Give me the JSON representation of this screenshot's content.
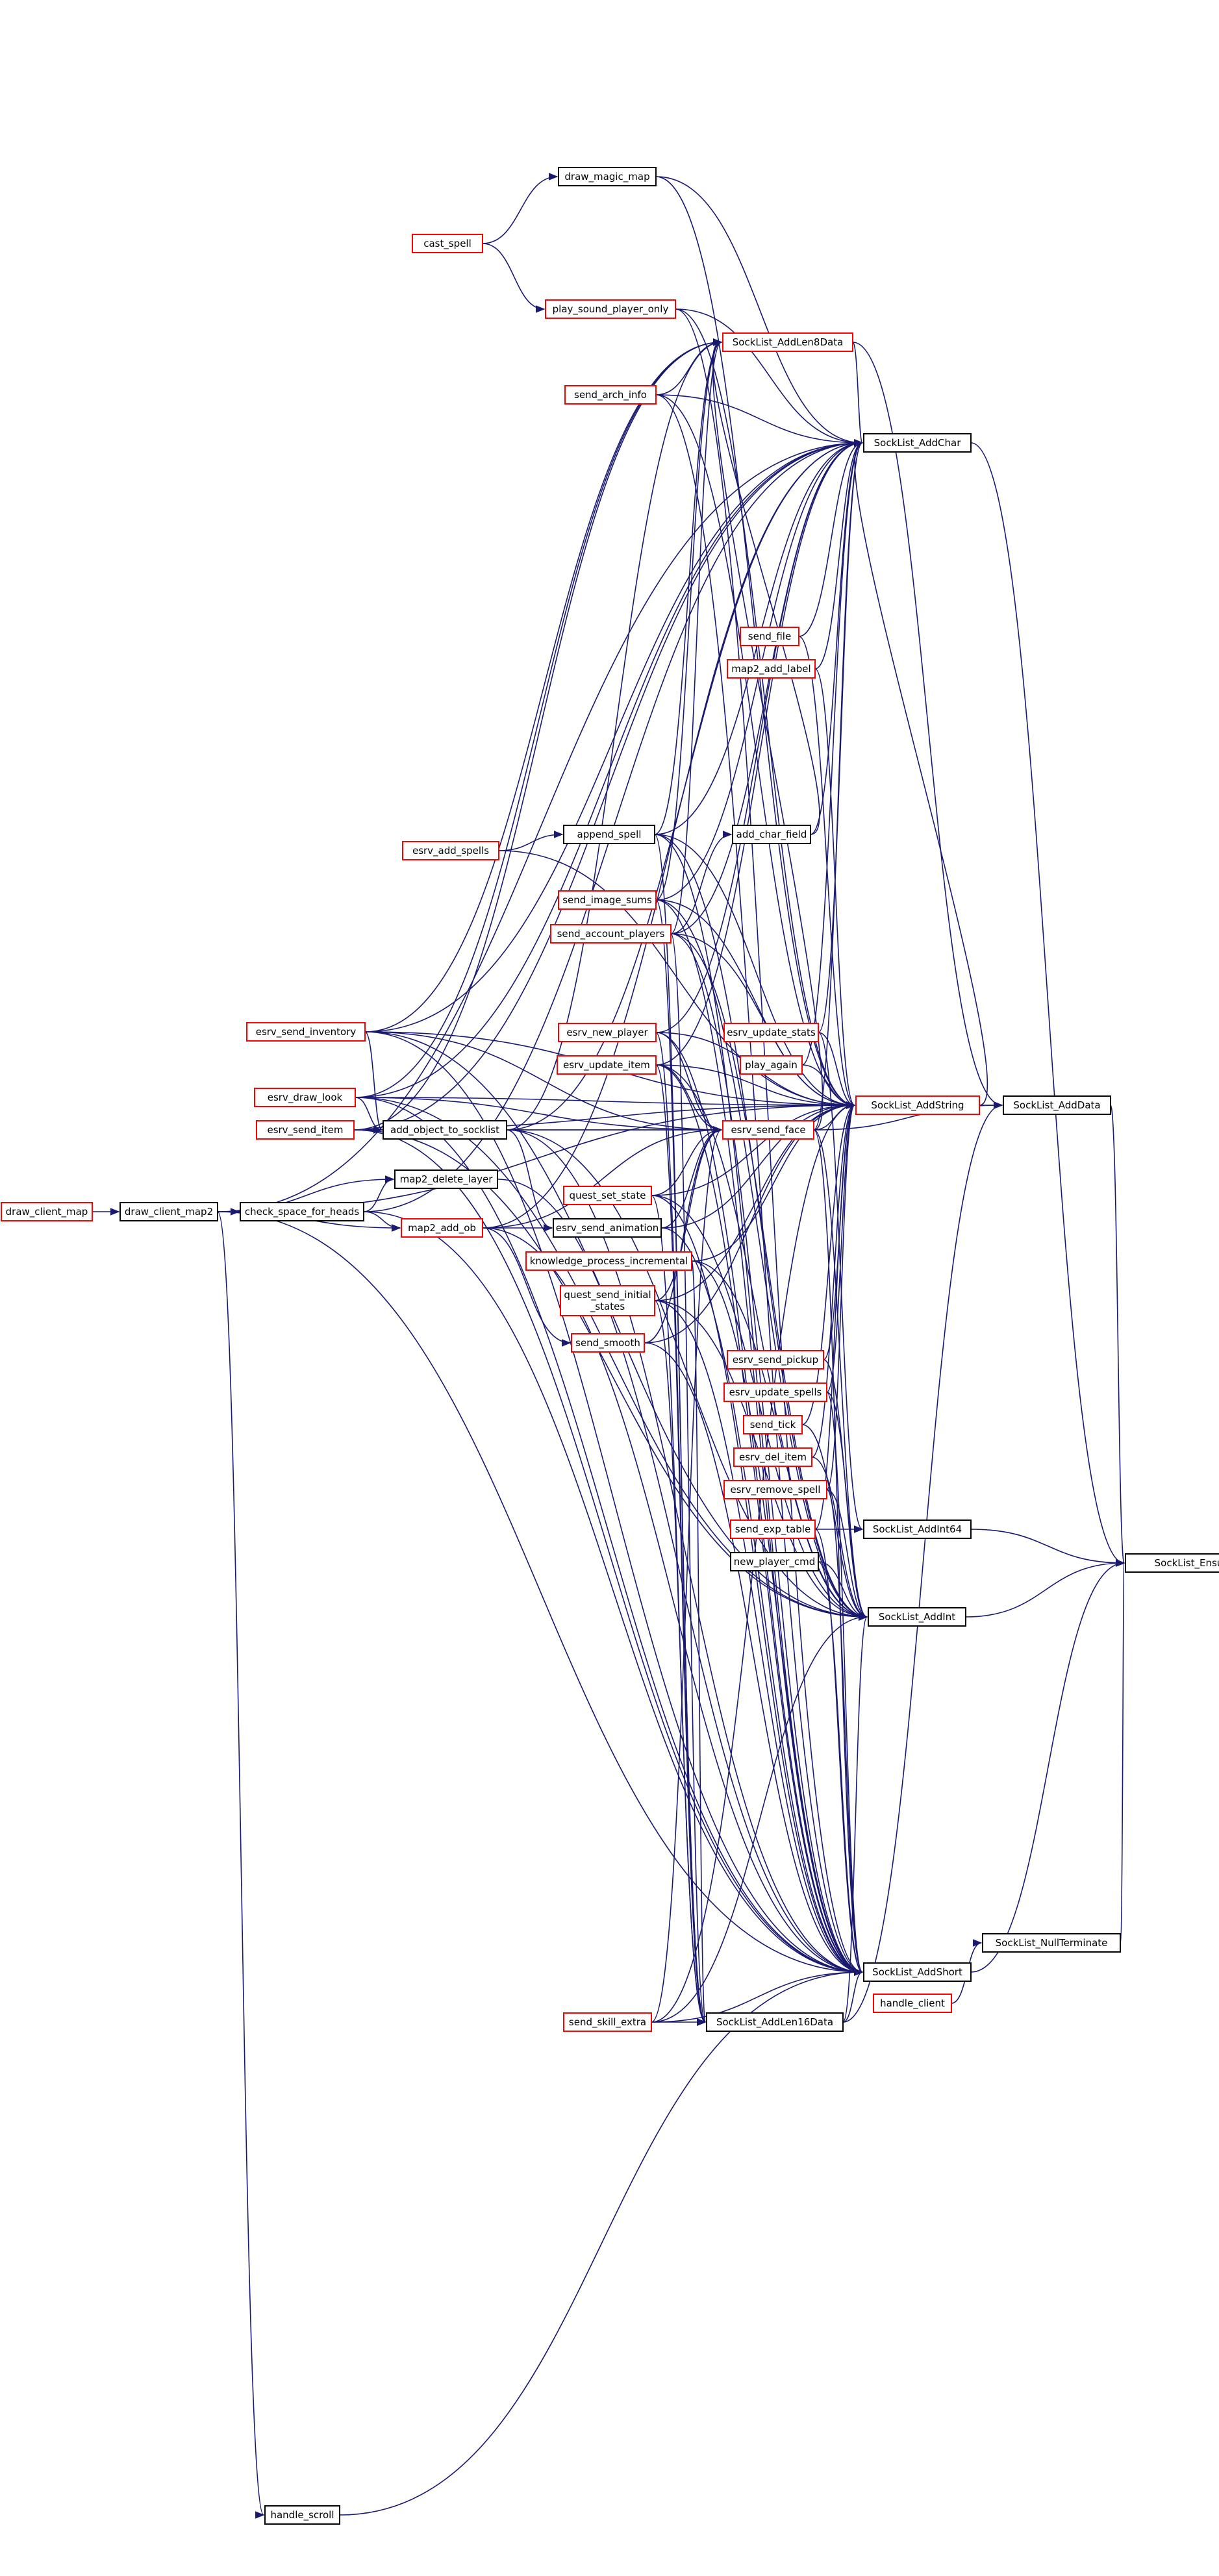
{
  "colors": {
    "edge": "#191970",
    "box_black": "#000000",
    "box_red": "#ff0000",
    "target_fill": "#bfbfbf"
  },
  "nodes": [
    {
      "id": "SockList_Ensure",
      "label": "SockList_Ensure",
      "style": "target"
    },
    {
      "id": "SockList_AddData",
      "label": "SockList_AddData",
      "style": "black"
    },
    {
      "id": "SockList_AddChar",
      "label": "SockList_AddChar",
      "style": "black"
    },
    {
      "id": "SockList_AddString",
      "label": "SockList_AddString",
      "style": "red"
    },
    {
      "id": "SockList_AddLen8Data",
      "label": "SockList_AddLen8Data",
      "style": "red"
    },
    {
      "id": "SockList_AddInt64",
      "label": "SockList_AddInt64",
      "style": "black"
    },
    {
      "id": "SockList_AddInt",
      "label": "SockList_AddInt",
      "style": "black"
    },
    {
      "id": "SockList_AddShort",
      "label": "SockList_AddShort",
      "style": "black"
    },
    {
      "id": "SockList_AddLen16Data",
      "label": "SockList_AddLen16Data",
      "style": "black"
    },
    {
      "id": "SockList_NullTerminate",
      "label": "SockList_NullTerminate",
      "style": "black"
    },
    {
      "id": "handle_client",
      "label": "handle_client",
      "style": "red"
    },
    {
      "id": "draw_magic_map",
      "label": "draw_magic_map",
      "style": "black"
    },
    {
      "id": "cast_spell",
      "label": "cast_spell",
      "style": "red"
    },
    {
      "id": "play_sound_player_only",
      "label": "play_sound_player_only",
      "style": "red"
    },
    {
      "id": "send_arch_info",
      "label": "send_arch_info",
      "style": "red"
    },
    {
      "id": "send_file",
      "label": "send_file",
      "style": "red"
    },
    {
      "id": "map2_add_label",
      "label": "map2_add_label",
      "style": "red"
    },
    {
      "id": "append_spell",
      "label": "append_spell",
      "style": "black"
    },
    {
      "id": "add_char_field",
      "label": "add_char_field",
      "style": "black"
    },
    {
      "id": "esrv_add_spells",
      "label": "esrv_add_spells",
      "style": "red"
    },
    {
      "id": "send_image_sums",
      "label": "send_image_sums",
      "style": "red"
    },
    {
      "id": "send_account_players",
      "label": "send_account_players",
      "style": "red"
    },
    {
      "id": "esrv_send_inventory",
      "label": "esrv_send_inventory",
      "style": "red"
    },
    {
      "id": "esrv_new_player",
      "label": "esrv_new_player",
      "style": "red"
    },
    {
      "id": "esrv_update_stats",
      "label": "esrv_update_stats",
      "style": "red"
    },
    {
      "id": "esrv_update_item",
      "label": "esrv_update_item",
      "style": "red"
    },
    {
      "id": "play_again",
      "label": "play_again",
      "style": "red"
    },
    {
      "id": "esrv_draw_look",
      "label": "esrv_draw_look",
      "style": "red"
    },
    {
      "id": "add_object_to_socklist",
      "label": "add_object_to_socklist",
      "style": "black"
    },
    {
      "id": "esrv_send_face",
      "label": "esrv_send_face",
      "style": "red"
    },
    {
      "id": "esrv_send_item",
      "label": "esrv_send_item",
      "style": "red"
    },
    {
      "id": "map2_delete_layer",
      "label": "map2_delete_layer",
      "style": "black"
    },
    {
      "id": "draw_client_map",
      "label": "draw_client_map",
      "style": "red"
    },
    {
      "id": "draw_client_map2",
      "label": "draw_client_map2",
      "style": "black"
    },
    {
      "id": "check_space_for_heads",
      "label": "check_space_for_heads",
      "style": "black"
    },
    {
      "id": "quest_set_state",
      "label": "quest_set_state",
      "style": "red"
    },
    {
      "id": "map2_add_ob",
      "label": "map2_add_ob",
      "style": "red"
    },
    {
      "id": "esrv_send_animation",
      "label": "esrv_send_animation",
      "style": "black"
    },
    {
      "id": "knowledge_process_incremental",
      "label": "knowledge_process_incremental",
      "style": "red"
    },
    {
      "id": "quest_send_initial_states",
      "label": "quest_send_initial\n_states",
      "style": "red"
    },
    {
      "id": "send_smooth",
      "label": "send_smooth",
      "style": "red"
    },
    {
      "id": "esrv_send_pickup",
      "label": "esrv_send_pickup",
      "style": "red"
    },
    {
      "id": "esrv_update_spells",
      "label": "esrv_update_spells",
      "style": "red"
    },
    {
      "id": "send_tick",
      "label": "send_tick",
      "style": "red"
    },
    {
      "id": "esrv_del_item",
      "label": "esrv_del_item",
      "style": "red"
    },
    {
      "id": "esrv_remove_spell",
      "label": "esrv_remove_spell",
      "style": "red"
    },
    {
      "id": "send_exp_table",
      "label": "send_exp_table",
      "style": "red"
    },
    {
      "id": "new_player_cmd",
      "label": "new_player_cmd",
      "style": "black"
    },
    {
      "id": "send_skill_extra",
      "label": "send_skill_extra",
      "style": "red"
    },
    {
      "id": "handle_scroll",
      "label": "handle_scroll",
      "style": "black"
    }
  ],
  "edges": [
    [
      "SockList_AddData",
      "SockList_Ensure"
    ],
    [
      "SockList_AddChar",
      "SockList_Ensure"
    ],
    [
      "SockList_AddInt64",
      "SockList_Ensure"
    ],
    [
      "SockList_AddInt",
      "SockList_Ensure"
    ],
    [
      "SockList_AddShort",
      "SockList_Ensure"
    ],
    [
      "SockList_NullTerminate",
      "SockList_Ensure"
    ],
    [
      "handle_client",
      "SockList_NullTerminate"
    ],
    [
      "SockList_AddString",
      "SockList_AddData"
    ],
    [
      "SockList_AddLen8Data",
      "SockList_AddData"
    ],
    [
      "SockList_AddLen16Data",
      "SockList_AddData"
    ],
    [
      "esrv_send_face",
      "SockList_AddData"
    ],
    [
      "SockList_AddLen8Data",
      "SockList_AddChar"
    ],
    [
      "SockList_AddString",
      "SockList_AddChar"
    ],
    [
      "draw_magic_map",
      "SockList_AddChar"
    ],
    [
      "play_sound_player_only",
      "SockList_AddChar"
    ],
    [
      "send_arch_info",
      "SockList_AddChar"
    ],
    [
      "send_file",
      "SockList_AddChar"
    ],
    [
      "map2_add_label",
      "SockList_AddChar"
    ],
    [
      "append_spell",
      "SockList_AddChar"
    ],
    [
      "add_char_field",
      "SockList_AddChar"
    ],
    [
      "send_image_sums",
      "SockList_AddChar"
    ],
    [
      "send_account_players",
      "SockList_AddChar"
    ],
    [
      "esrv_send_inventory",
      "SockList_AddChar"
    ],
    [
      "esrv_new_player",
      "SockList_AddChar"
    ],
    [
      "esrv_update_stats",
      "SockList_AddChar"
    ],
    [
      "esrv_update_item",
      "SockList_AddChar"
    ],
    [
      "play_again",
      "SockList_AddChar"
    ],
    [
      "esrv_draw_look",
      "SockList_AddChar"
    ],
    [
      "add_object_to_socklist",
      "SockList_AddChar"
    ],
    [
      "esrv_send_face",
      "SockList_AddChar"
    ],
    [
      "esrv_send_item",
      "SockList_AddChar"
    ],
    [
      "check_space_for_heads",
      "SockList_AddChar"
    ],
    [
      "draw_client_map2",
      "SockList_AddChar"
    ],
    [
      "map2_add_ob",
      "SockList_AddChar"
    ],
    [
      "send_arch_info",
      "SockList_AddLen8Data"
    ],
    [
      "append_spell",
      "SockList_AddLen8Data"
    ],
    [
      "send_image_sums",
      "SockList_AddLen8Data"
    ],
    [
      "send_account_players",
      "SockList_AddLen8Data"
    ],
    [
      "esrv_send_inventory",
      "SockList_AddLen8Data"
    ],
    [
      "esrv_draw_look",
      "SockList_AddLen8Data"
    ],
    [
      "add_object_to_socklist",
      "SockList_AddLen8Data"
    ],
    [
      "esrv_send_face",
      "SockList_AddLen8Data"
    ],
    [
      "esrv_send_item",
      "SockList_AddLen8Data"
    ],
    [
      "add_char_field",
      "SockList_AddLen8Data"
    ],
    [
      "play_sound_player_only",
      "SockList_AddString"
    ],
    [
      "send_arch_info",
      "SockList_AddString"
    ],
    [
      "send_file",
      "SockList_AddString"
    ],
    [
      "map2_add_label",
      "SockList_AddString"
    ],
    [
      "append_spell",
      "SockList_AddString"
    ],
    [
      "esrv_add_spells",
      "SockList_AddString"
    ],
    [
      "send_image_sums",
      "SockList_AddString"
    ],
    [
      "send_account_players",
      "SockList_AddString"
    ],
    [
      "esrv_send_inventory",
      "SockList_AddString"
    ],
    [
      "esrv_new_player",
      "SockList_AddString"
    ],
    [
      "esrv_update_stats",
      "SockList_AddString"
    ],
    [
      "esrv_update_item",
      "SockList_AddString"
    ],
    [
      "play_again",
      "SockList_AddString"
    ],
    [
      "esrv_draw_look",
      "SockList_AddString"
    ],
    [
      "esrv_send_face",
      "SockList_AddString"
    ],
    [
      "esrv_send_item",
      "SockList_AddString"
    ],
    [
      "quest_set_state",
      "SockList_AddString"
    ],
    [
      "esrv_send_animation",
      "SockList_AddString"
    ],
    [
      "knowledge_process_incremental",
      "SockList_AddString"
    ],
    [
      "quest_send_initial_states",
      "SockList_AddString"
    ],
    [
      "send_smooth",
      "SockList_AddString"
    ],
    [
      "esrv_send_pickup",
      "SockList_AddString"
    ],
    [
      "esrv_update_spells",
      "SockList_AddString"
    ],
    [
      "send_tick",
      "SockList_AddString"
    ],
    [
      "esrv_del_item",
      "SockList_AddString"
    ],
    [
      "esrv_remove_spell",
      "SockList_AddString"
    ],
    [
      "send_exp_table",
      "SockList_AddString"
    ],
    [
      "draw_client_map2",
      "SockList_AddString"
    ],
    [
      "send_skill_extra",
      "SockList_AddString"
    ],
    [
      "draw_magic_map",
      "SockList_AddString"
    ],
    [
      "esrv_update_stats",
      "SockList_AddInt64"
    ],
    [
      "send_exp_table",
      "SockList_AddInt64"
    ],
    [
      "append_spell",
      "SockList_AddInt"
    ],
    [
      "send_image_sums",
      "SockList_AddInt"
    ],
    [
      "send_account_players",
      "SockList_AddInt"
    ],
    [
      "esrv_send_inventory",
      "SockList_AddInt"
    ],
    [
      "esrv_update_item",
      "SockList_AddInt"
    ],
    [
      "esrv_draw_look",
      "SockList_AddInt"
    ],
    [
      "add_object_to_socklist",
      "SockList_AddInt"
    ],
    [
      "esrv_send_face",
      "SockList_AddInt"
    ],
    [
      "esrv_send_item",
      "SockList_AddInt"
    ],
    [
      "quest_set_state",
      "SockList_AddInt"
    ],
    [
      "knowledge_process_incremental",
      "SockList_AddInt"
    ],
    [
      "quest_send_initial_states",
      "SockList_AddInt"
    ],
    [
      "esrv_send_pickup",
      "SockList_AddInt"
    ],
    [
      "esrv_update_spells",
      "SockList_AddInt"
    ],
    [
      "send_tick",
      "SockList_AddInt"
    ],
    [
      "esrv_del_item",
      "SockList_AddInt"
    ],
    [
      "esrv_remove_spell",
      "SockList_AddInt"
    ],
    [
      "new_player_cmd",
      "SockList_AddInt"
    ],
    [
      "SockList_AddLen16Data",
      "SockList_AddInt"
    ],
    [
      "send_skill_extra",
      "SockList_AddInt"
    ],
    [
      "play_sound_player_only",
      "SockList_AddShort"
    ],
    [
      "send_arch_info",
      "SockList_AddShort"
    ],
    [
      "append_spell",
      "SockList_AddShort"
    ],
    [
      "send_image_sums",
      "SockList_AddShort"
    ],
    [
      "send_account_players",
      "SockList_AddShort"
    ],
    [
      "esrv_send_inventory",
      "SockList_AddShort"
    ],
    [
      "esrv_new_player",
      "SockList_AddShort"
    ],
    [
      "esrv_update_item",
      "SockList_AddShort"
    ],
    [
      "esrv_draw_look",
      "SockList_AddShort"
    ],
    [
      "add_object_to_socklist",
      "SockList_AddShort"
    ],
    [
      "esrv_send_face",
      "SockList_AddShort"
    ],
    [
      "esrv_send_item",
      "SockList_AddShort"
    ],
    [
      "map2_delete_layer",
      "SockList_AddShort"
    ],
    [
      "check_space_for_heads",
      "SockList_AddShort"
    ],
    [
      "draw_client_map2",
      "SockList_AddShort"
    ],
    [
      "map2_add_ob",
      "SockList_AddShort"
    ],
    [
      "quest_set_state",
      "SockList_AddShort"
    ],
    [
      "esrv_send_animation",
      "SockList_AddShort"
    ],
    [
      "knowledge_process_incremental",
      "SockList_AddShort"
    ],
    [
      "quest_send_initial_states",
      "SockList_AddShort"
    ],
    [
      "send_smooth",
      "SockList_AddShort"
    ],
    [
      "esrv_update_spells",
      "SockList_AddShort"
    ],
    [
      "esrv_remove_spell",
      "SockList_AddShort"
    ],
    [
      "send_exp_table",
      "SockList_AddShort"
    ],
    [
      "new_player_cmd",
      "SockList_AddShort"
    ],
    [
      "SockList_AddLen16Data",
      "SockList_AddShort"
    ],
    [
      "send_skill_extra",
      "SockList_AddShort"
    ],
    [
      "handle_scroll",
      "SockList_AddShort"
    ],
    [
      "send_account_players",
      "SockList_AddLen16Data"
    ],
    [
      "quest_set_state",
      "SockList_AddLen16Data"
    ],
    [
      "knowledge_process_incremental",
      "SockList_AddLen16Data"
    ],
    [
      "quest_send_initial_states",
      "SockList_AddLen16Data"
    ],
    [
      "esrv_update_item",
      "SockList_AddLen16Data"
    ],
    [
      "esrv_new_player",
      "SockList_AddLen16Data"
    ],
    [
      "append_spell",
      "SockList_AddLen16Data"
    ],
    [
      "send_image_sums",
      "SockList_AddLen16Data"
    ],
    [
      "send_skill_extra",
      "SockList_AddLen16Data"
    ],
    [
      "cast_spell",
      "draw_magic_map"
    ],
    [
      "cast_spell",
      "play_sound_player_only"
    ],
    [
      "esrv_add_spells",
      "append_spell"
    ],
    [
      "send_account_players",
      "add_char_field"
    ],
    [
      "esrv_send_inventory",
      "add_object_to_socklist"
    ],
    [
      "esrv_draw_look",
      "add_object_to_socklist"
    ],
    [
      "esrv_send_item",
      "add_object_to_socklist"
    ],
    [
      "esrv_send_inventory",
      "esrv_send_face"
    ],
    [
      "esrv_draw_look",
      "esrv_send_face"
    ],
    [
      "add_object_to_socklist",
      "esrv_send_face"
    ],
    [
      "esrv_send_item",
      "esrv_send_face"
    ],
    [
      "esrv_new_player",
      "esrv_send_face"
    ],
    [
      "esrv_update_item",
      "esrv_send_face"
    ],
    [
      "quest_set_state",
      "esrv_send_face"
    ],
    [
      "esrv_send_animation",
      "esrv_send_face"
    ],
    [
      "quest_send_initial_states",
      "esrv_send_face"
    ],
    [
      "send_smooth",
      "esrv_send_face"
    ],
    [
      "map2_add_ob",
      "esrv_send_face"
    ],
    [
      "send_skill_extra",
      "esrv_send_face"
    ],
    [
      "add_object_to_socklist",
      "esrv_send_animation"
    ],
    [
      "map2_add_ob",
      "esrv_send_animation"
    ],
    [
      "map2_add_ob",
      "send_smooth"
    ],
    [
      "draw_client_map",
      "draw_client_map2"
    ],
    [
      "draw_client_map2",
      "map2_delete_layer"
    ],
    [
      "draw_client_map2",
      "check_space_for_heads"
    ],
    [
      "draw_client_map2",
      "map2_add_ob"
    ],
    [
      "check_space_for_heads",
      "map2_delete_layer"
    ],
    [
      "check_space_for_heads",
      "map2_add_ob"
    ],
    [
      "draw_client_map2",
      "handle_scroll"
    ]
  ]
}
